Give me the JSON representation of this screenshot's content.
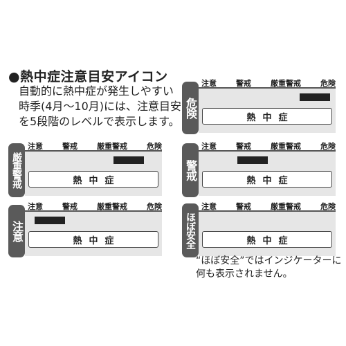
{
  "title": "●熱中症注意目安アイコン",
  "description": "自動的に熱中症が発生しやすい\n時季(4月〜10月)には、注意目安\nを5段階のレベルで表示します。",
  "levels": [
    "注意",
    "警戒",
    "厳重警戒",
    "危険"
  ],
  "display_label": "熱中症",
  "panels": [
    {
      "tab": "危険",
      "active_level": "危険"
    },
    {
      "tab": "厳重警戒",
      "active_level": "厳重警戒"
    },
    {
      "tab": "警戒",
      "active_level": "警戒"
    },
    {
      "tab": "注意",
      "active_level": "注意"
    },
    {
      "tab": "ほぼ安全",
      "active_level": ""
    }
  ],
  "note": "“ほぼ安全”ではインジケーターに\n何も表示されません。"
}
